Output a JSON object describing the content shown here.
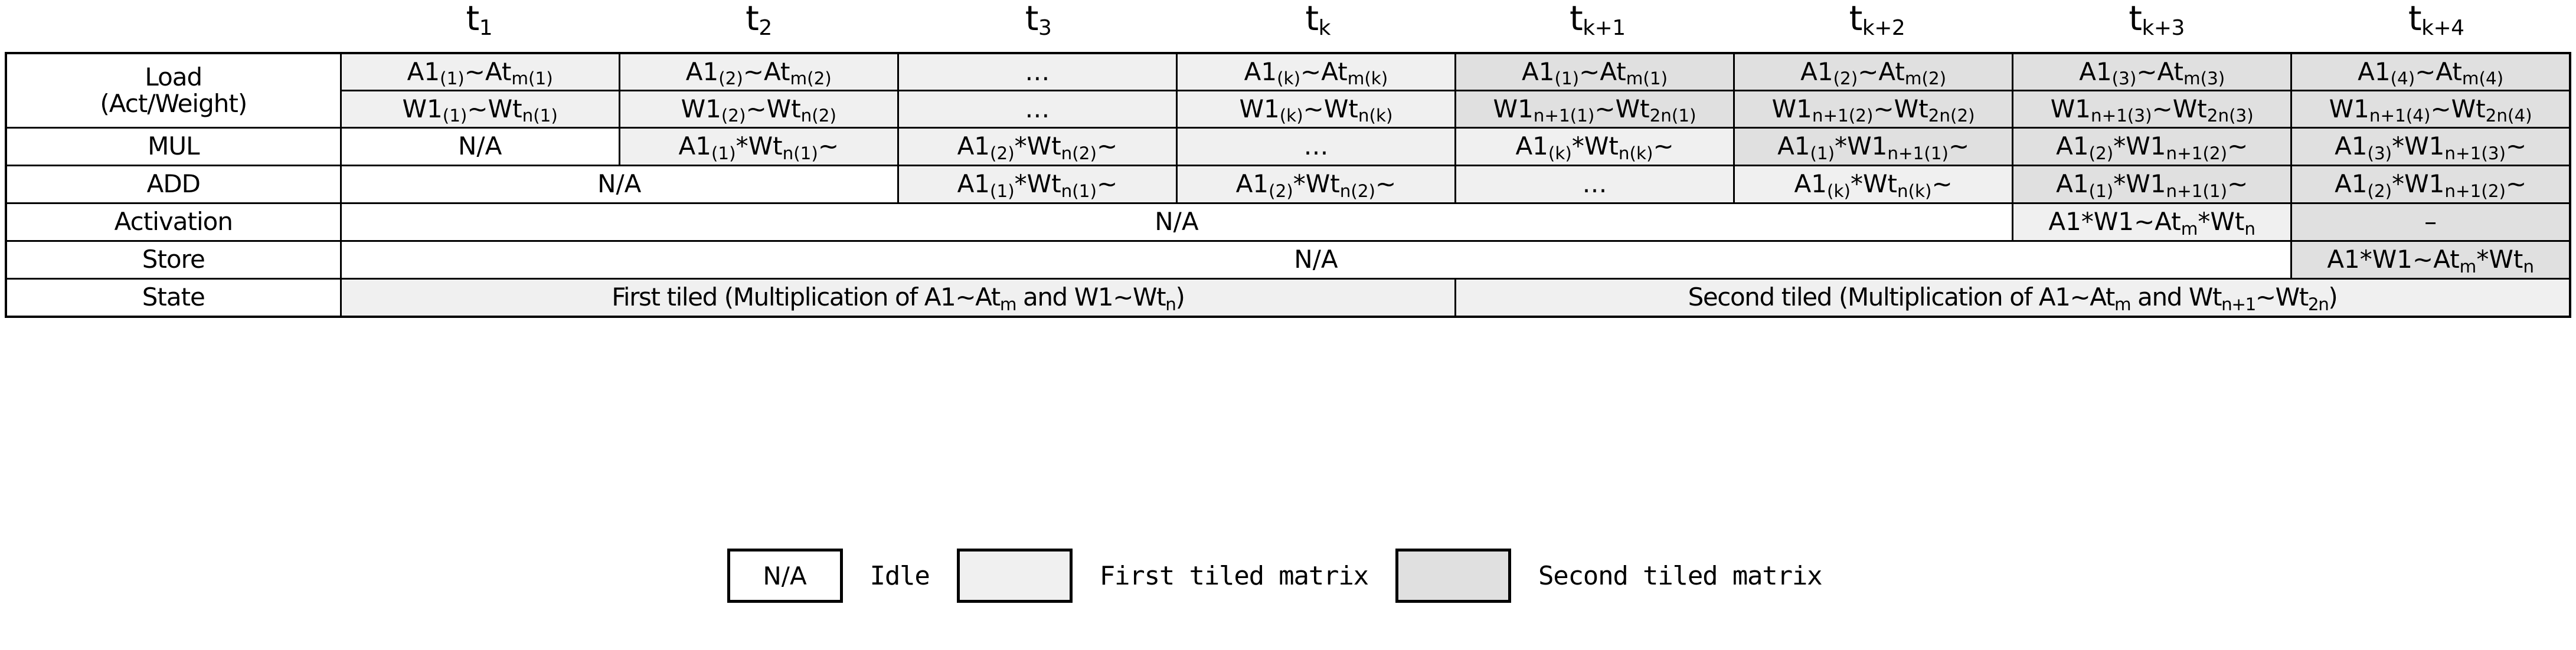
{
  "timeline": {
    "columns": [
      {
        "base": "t",
        "sub": "1",
        "label": "t1"
      },
      {
        "base": "t",
        "sub": "2",
        "label": "t2"
      },
      {
        "base": "t",
        "sub": "3",
        "label": "t3"
      },
      {
        "base": "t",
        "sub": "k",
        "label": "tk"
      },
      {
        "base": "t",
        "sub": "k+1",
        "label": "tk+1"
      },
      {
        "base": "t",
        "sub": "k+2",
        "label": "tk+2"
      },
      {
        "base": "t",
        "sub": "k+3",
        "label": "tk+3"
      },
      {
        "base": "t",
        "sub": "k+4",
        "label": "tk+4"
      }
    ]
  },
  "rows": {
    "load": {
      "label_line1": "Load",
      "label_line2": "(Act/Weight)",
      "activations": [
        {
          "html": "A1<sub>(1)</sub>~At<sub>m(1)</sub>",
          "shade": "shade1"
        },
        {
          "html": "A1<sub>(2)</sub>~At<sub>m(2)</sub>",
          "shade": "shade1"
        },
        {
          "html": "…",
          "shade": "shade1"
        },
        {
          "html": "A1<sub>(k)</sub>~At<sub>m(k)</sub>",
          "shade": "shade1"
        },
        {
          "html": "A1<sub>(1)</sub>~At<sub>m(1)</sub>",
          "shade": "shade2"
        },
        {
          "html": "A1<sub>(2)</sub>~At<sub>m(2)</sub>",
          "shade": "shade2"
        },
        {
          "html": "A1<sub>(3)</sub>~At<sub>m(3)</sub>",
          "shade": "shade2"
        },
        {
          "html": "A1<sub>(4)</sub>~At<sub>m(4)</sub>",
          "shade": "shade2"
        }
      ],
      "weights": [
        {
          "html": "W1<sub>(1)</sub>~Wt<sub>n(1)</sub>",
          "shade": "shade1"
        },
        {
          "html": "W1<sub>(2)</sub>~Wt<sub>n(2)</sub>",
          "shade": "shade1"
        },
        {
          "html": "…",
          "shade": "shade1"
        },
        {
          "html": "W1<sub>(k)</sub>~Wt<sub>n(k)</sub>",
          "shade": "shade1"
        },
        {
          "html": "W1<sub>n+1(1)</sub>~Wt<sub>2n(1)</sub>",
          "shade": "shade2"
        },
        {
          "html": "W1<sub>n+1(2)</sub>~Wt<sub>2n(2)</sub>",
          "shade": "shade2"
        },
        {
          "html": "W1<sub>n+1(3)</sub>~Wt<sub>2n(3)</sub>",
          "shade": "shade2"
        },
        {
          "html": "W1<sub>n+1(4)</sub>~Wt<sub>2n(4)</sub>",
          "shade": "shade2"
        }
      ]
    },
    "mul": {
      "label": "MUL",
      "cells": [
        {
          "html": "N/A",
          "shade": "plain",
          "span": 1
        },
        {
          "html": "A1<sub>(1)</sub>*Wt<sub>n(1)</sub>~",
          "shade": "shade1",
          "span": 1
        },
        {
          "html": "A1<sub>(2)</sub>*Wt<sub>n(2)</sub>~",
          "shade": "shade1",
          "span": 1
        },
        {
          "html": "…",
          "shade": "shade1",
          "span": 1
        },
        {
          "html": "A1<sub>(k)</sub>*Wt<sub>n(k)</sub>~",
          "shade": "shade1",
          "span": 1
        },
        {
          "html": "A1<sub>(1)</sub>*W1<sub>n+1(1)</sub>~",
          "shade": "shade2",
          "span": 1
        },
        {
          "html": "A1<sub>(2)</sub>*W1<sub>n+1(2)</sub>~",
          "shade": "shade2",
          "span": 1
        },
        {
          "html": "A1<sub>(3)</sub>*W1<sub>n+1(3)</sub>~",
          "shade": "shade2",
          "span": 1
        }
      ]
    },
    "add": {
      "label": "ADD",
      "cells": [
        {
          "html": "N/A",
          "shade": "plain",
          "span": 2
        },
        {
          "html": "A1<sub>(1)</sub>*Wt<sub>n(1)</sub>~",
          "shade": "shade1",
          "span": 1
        },
        {
          "html": "A1<sub>(2)</sub>*Wt<sub>n(2)</sub>~",
          "shade": "shade1",
          "span": 1
        },
        {
          "html": "…",
          "shade": "shade1",
          "span": 1
        },
        {
          "html": "A1<sub>(k)</sub>*Wt<sub>n(k)</sub>~",
          "shade": "shade1",
          "span": 1
        },
        {
          "html": "A1<sub>(1)</sub>*W1<sub>n+1(1)</sub>~",
          "shade": "shade2",
          "span": 1
        },
        {
          "html": "A1<sub>(2)</sub>*W1<sub>n+1(2)</sub>~",
          "shade": "shade2",
          "span": 1
        }
      ]
    },
    "activation": {
      "label": "Activation",
      "cells": [
        {
          "html": "N/A",
          "shade": "plain",
          "span": 6
        },
        {
          "html": "A1*W1~At<sub>m</sub>*Wt<sub>n</sub>",
          "shade": "shade1",
          "span": 1
        },
        {
          "html": "–",
          "shade": "shade2",
          "span": 1
        }
      ]
    },
    "store": {
      "label": "Store",
      "cells": [
        {
          "html": "N/A",
          "shade": "plain",
          "span": 7
        },
        {
          "html": "A1*W1~At<sub>m</sub>*Wt<sub>n</sub>",
          "shade": "shade2",
          "span": 1
        }
      ]
    },
    "state": {
      "label": "State",
      "cells": [
        {
          "html": "First tiled (Multiplication of A1~At<sub>m</sub> and W1~Wt<sub>n</sub>)",
          "shade": "shade1",
          "span": 4
        },
        {
          "html": "Second tiled (Multiplication of A1~At<sub>m</sub> and Wt<sub>n+1</sub>~Wt<sub>2n</sub>)",
          "shade": "shade1",
          "span": 4
        }
      ]
    }
  },
  "legend": {
    "items": [
      {
        "swatch_text": "N/A",
        "swatch_style": "plain",
        "label": "Idle"
      },
      {
        "swatch_text": "",
        "swatch_style": "s1",
        "label": "First tiled matrix"
      },
      {
        "swatch_text": "",
        "swatch_style": "s2",
        "label": "Second tiled matrix"
      }
    ]
  },
  "colors": {
    "first_tiled": "#f0f0f0",
    "second_tiled": "#e0e0e0",
    "border": "#000000",
    "background": "#ffffff"
  }
}
